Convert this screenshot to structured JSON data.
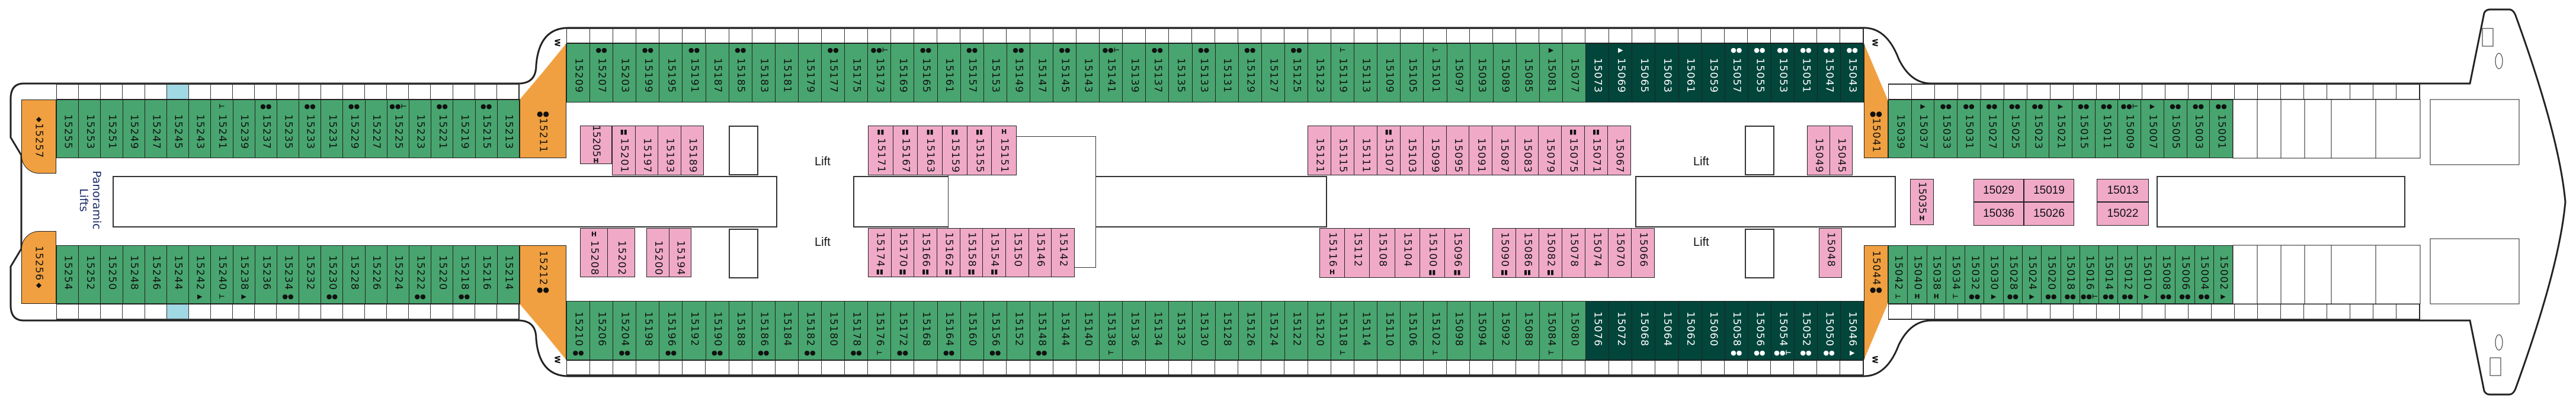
{
  "labels": {
    "lift": "Lift",
    "panoramic": "Panoramic",
    "lifts": "Lifts",
    "w": "W"
  },
  "colors": {
    "balcony": "#48a56f",
    "suite": "#02453b",
    "special": "#f0a040",
    "inside": "#f0aac8",
    "highlight": "#a0d8e4"
  },
  "orange": {
    "a": {
      "n": "15257",
      "s": "◆"
    },
    "b": {
      "n": "15211",
      "s": "●●"
    },
    "c": {
      "n": "15041",
      "s": "●●"
    },
    "d": {
      "n": "15256",
      "s": "◆"
    },
    "e": {
      "n": "15212",
      "s": "●●"
    },
    "f": {
      "n": "15044",
      "s": "●●"
    }
  },
  "rows": {
    "top_aft": [
      {
        "n": "15255"
      },
      {
        "n": "15253"
      },
      {
        "n": "15251"
      },
      {
        "n": "15249"
      },
      {
        "n": "15247"
      },
      {
        "n": "15245"
      },
      {
        "n": "15243"
      },
      {
        "n": "15241",
        "s": "⊢"
      },
      {
        "n": "15239"
      },
      {
        "n": "15237",
        "s": "●●"
      },
      {
        "n": "15235"
      },
      {
        "n": "15233",
        "s": "●●"
      },
      {
        "n": "15231"
      },
      {
        "n": "15229",
        "s": "●●"
      },
      {
        "n": "15227"
      },
      {
        "n": "15225",
        "s": "●●⊢"
      },
      {
        "n": "15223"
      },
      {
        "n": "15221",
        "s": "●●"
      },
      {
        "n": "15219"
      },
      {
        "n": "15215",
        "s": "●●"
      },
      {
        "n": "15213"
      }
    ],
    "top_mid": [
      {
        "n": "15209"
      },
      {
        "n": "15207",
        "s": "●●"
      },
      {
        "n": "15203"
      },
      {
        "n": "15199",
        "s": "●●"
      },
      {
        "n": "15195"
      },
      {
        "n": "15191",
        "s": "●●"
      },
      {
        "n": "15187"
      },
      {
        "n": "15185",
        "s": "●●"
      },
      {
        "n": "15183"
      },
      {
        "n": "15181"
      },
      {
        "n": "15179"
      },
      {
        "n": "15177",
        "s": "●●"
      },
      {
        "n": "15175"
      },
      {
        "n": "15173",
        "s": "●●⊢"
      },
      {
        "n": "15169"
      },
      {
        "n": "15165",
        "s": "●●"
      },
      {
        "n": "15161"
      },
      {
        "n": "15157",
        "s": "●●"
      },
      {
        "n": "15153"
      },
      {
        "n": "15149",
        "s": "●●"
      },
      {
        "n": "15147"
      },
      {
        "n": "15145",
        "s": "●●"
      },
      {
        "n": "15143"
      },
      {
        "n": "15141",
        "s": "●●⊢"
      },
      {
        "n": "15139"
      },
      {
        "n": "15137",
        "s": "●●"
      },
      {
        "n": "15135"
      },
      {
        "n": "15133",
        "s": "●●"
      },
      {
        "n": "15131"
      },
      {
        "n": "15129",
        "s": "●●"
      },
      {
        "n": "15127"
      },
      {
        "n": "15125",
        "s": "●●"
      },
      {
        "n": "15123"
      },
      {
        "n": "15119",
        "s": "⊢"
      },
      {
        "n": "15113"
      },
      {
        "n": "15109"
      },
      {
        "n": "15105"
      },
      {
        "n": "15101",
        "s": "⊢"
      },
      {
        "n": "15097"
      },
      {
        "n": "15093"
      },
      {
        "n": "15089"
      },
      {
        "n": "15085"
      },
      {
        "n": "15081",
        "s": "▶"
      },
      {
        "n": "15077"
      },
      {
        "n": "15073",
        "c": "dark"
      },
      {
        "n": "15069",
        "c": "dark",
        "s": "▶"
      },
      {
        "n": "15065",
        "c": "dark"
      },
      {
        "n": "15063",
        "c": "dark"
      },
      {
        "n": "15061",
        "c": "dark"
      },
      {
        "n": "15059",
        "c": "dark"
      },
      {
        "n": "15057",
        "c": "dark",
        "s": "●●"
      },
      {
        "n": "15055",
        "c": "dark",
        "s": "●●"
      },
      {
        "n": "15053",
        "c": "dark",
        "s": "●●"
      },
      {
        "n": "15051",
        "c": "dark",
        "s": "●●"
      },
      {
        "n": "15047",
        "c": "dark",
        "s": "●●"
      },
      {
        "n": "15043",
        "c": "dark",
        "s": "●●"
      }
    ],
    "top_fwd": [
      {
        "n": "15039"
      },
      {
        "n": "15037",
        "s": "▶"
      },
      {
        "n": "15033",
        "s": "●●"
      },
      {
        "n": "15031",
        "s": "●●"
      },
      {
        "n": "15027",
        "s": "●●"
      },
      {
        "n": "15025",
        "s": "●●"
      },
      {
        "n": "15023",
        "s": "●●"
      },
      {
        "n": "15021",
        "s": "▶"
      },
      {
        "n": "15015",
        "s": "●●"
      },
      {
        "n": "15011",
        "s": "●●"
      },
      {
        "n": "15009",
        "s": "●●⊢"
      },
      {
        "n": "15007",
        "s": "▶"
      },
      {
        "n": "15005",
        "s": "●●"
      },
      {
        "n": "15003",
        "s": "●●"
      },
      {
        "n": "15001",
        "s": "●●"
      }
    ],
    "bot_aft": [
      {
        "n": "15254"
      },
      {
        "n": "15252"
      },
      {
        "n": "15250"
      },
      {
        "n": "15248"
      },
      {
        "n": "15246"
      },
      {
        "n": "15244"
      },
      {
        "n": "15242",
        "s": "▶"
      },
      {
        "n": "15240",
        "s": "⊢"
      },
      {
        "n": "15238",
        "s": "▶"
      },
      {
        "n": "15236"
      },
      {
        "n": "15234",
        "s": "●●"
      },
      {
        "n": "15232"
      },
      {
        "n": "15230",
        "s": "●●"
      },
      {
        "n": "15228"
      },
      {
        "n": "15226"
      },
      {
        "n": "15224"
      },
      {
        "n": "15222",
        "s": "●●"
      },
      {
        "n": "15220"
      },
      {
        "n": "15218",
        "s": "●●"
      },
      {
        "n": "15216"
      },
      {
        "n": "15214"
      }
    ],
    "bot_mid": [
      {
        "n": "15210",
        "s": "●●"
      },
      {
        "n": "15206"
      },
      {
        "n": "15204",
        "s": "●●"
      },
      {
        "n": "15198"
      },
      {
        "n": "15196",
        "s": "●●"
      },
      {
        "n": "15192"
      },
      {
        "n": "15190",
        "s": "●●"
      },
      {
        "n": "15188"
      },
      {
        "n": "15186",
        "s": "●●"
      },
      {
        "n": "15184"
      },
      {
        "n": "15182",
        "s": "●●"
      },
      {
        "n": "15180"
      },
      {
        "n": "15178",
        "s": "●●"
      },
      {
        "n": "15176",
        "s": "⊢"
      },
      {
        "n": "15172",
        "s": "●●"
      },
      {
        "n": "15168"
      },
      {
        "n": "15164",
        "s": "●●"
      },
      {
        "n": "15160"
      },
      {
        "n": "15156",
        "s": "●●"
      },
      {
        "n": "15152"
      },
      {
        "n": "15148",
        "s": "●●"
      },
      {
        "n": "15144"
      },
      {
        "n": "15140"
      },
      {
        "n": "15138",
        "s": "⊢"
      },
      {
        "n": "15136"
      },
      {
        "n": "15134"
      },
      {
        "n": "15132"
      },
      {
        "n": "15130"
      },
      {
        "n": "15128"
      },
      {
        "n": "15126"
      },
      {
        "n": "15124"
      },
      {
        "n": "15122"
      },
      {
        "n": "15120"
      },
      {
        "n": "15118",
        "s": "⊢"
      },
      {
        "n": "15114"
      },
      {
        "n": "15110"
      },
      {
        "n": "15106"
      },
      {
        "n": "15102",
        "s": "⊢"
      },
      {
        "n": "15098"
      },
      {
        "n": "15094"
      },
      {
        "n": "15092"
      },
      {
        "n": "15088"
      },
      {
        "n": "15084",
        "s": "⊢"
      },
      {
        "n": "15080"
      },
      {
        "n": "15076",
        "c": "dark"
      },
      {
        "n": "15072",
        "c": "dark"
      },
      {
        "n": "15068",
        "c": "dark"
      },
      {
        "n": "15064",
        "c": "dark"
      },
      {
        "n": "15062",
        "c": "dark"
      },
      {
        "n": "15060",
        "c": "dark"
      },
      {
        "n": "15058",
        "c": "dark",
        "s": "●●"
      },
      {
        "n": "15056",
        "c": "dark",
        "s": "●●"
      },
      {
        "n": "15054",
        "c": "dark",
        "s": "●●⊢"
      },
      {
        "n": "15052",
        "c": "dark",
        "s": "●●"
      },
      {
        "n": "15050",
        "c": "dark",
        "s": "●●"
      },
      {
        "n": "15046",
        "c": "dark",
        "s": "▶"
      }
    ],
    "bot_fwd": [
      {
        "n": "15042",
        "s": "⊢"
      },
      {
        "n": "15040",
        "s": "H"
      },
      {
        "n": "15038",
        "s": "H"
      },
      {
        "n": "15034",
        "s": "⊢"
      },
      {
        "n": "15032",
        "s": "●●"
      },
      {
        "n": "15030",
        "s": "▶"
      },
      {
        "n": "15028",
        "s": "●●"
      },
      {
        "n": "15024",
        "s": "▶"
      },
      {
        "n": "15020",
        "s": "●●"
      },
      {
        "n": "15018",
        "s": "●●"
      },
      {
        "n": "15016",
        "s": "●●⊢"
      },
      {
        "n": "15014",
        "s": "●●"
      },
      {
        "n": "15012",
        "s": "●●"
      },
      {
        "n": "15010",
        "s": "▶"
      },
      {
        "n": "15008",
        "s": "●●"
      },
      {
        "n": "15006",
        "s": "●●"
      },
      {
        "n": "15004",
        "s": "●●"
      },
      {
        "n": "15002",
        "s": "▶"
      }
    ],
    "pink_t1": [
      {
        "n": "15201",
        "s": "▮▮"
      },
      {
        "n": "15197"
      },
      {
        "n": "15193"
      },
      {
        "n": "15189"
      }
    ],
    "pink_t2": [
      {
        "n": "15171",
        "s": "▮▮"
      },
      {
        "n": "15167",
        "s": "▮▮"
      },
      {
        "n": "15163",
        "s": "▮▮"
      },
      {
        "n": "15159",
        "s": "▮▮"
      },
      {
        "n": "15155",
        "s": "▮▮"
      },
      {
        "n": "15151",
        "s": "H"
      }
    ],
    "pink_t3": [
      {
        "n": "15121"
      },
      {
        "n": "15115"
      },
      {
        "n": "15111"
      },
      {
        "n": "15107",
        "s": "▮▮"
      },
      {
        "n": "15103"
      },
      {
        "n": "15099"
      },
      {
        "n": "15095"
      },
      {
        "n": "15091"
      },
      {
        "n": "15087"
      },
      {
        "n": "15083"
      },
      {
        "n": "15079"
      },
      {
        "n": "15075",
        "s": "▮▮"
      },
      {
        "n": "15071",
        "s": "▮▮"
      },
      {
        "n": "15067"
      }
    ],
    "pink_t4": [
      {
        "n": "15049"
      },
      {
        "n": "15045"
      }
    ],
    "pink_b1": [
      {
        "n": "15208",
        "s": "H"
      },
      {
        "n": "15202"
      }
    ],
    "pink_b1b": [
      {
        "n": "15200"
      },
      {
        "n": "15194"
      }
    ],
    "pink_b2": [
      {
        "n": "15174",
        "s": "▮▮"
      },
      {
        "n": "15170",
        "s": "▮▮"
      },
      {
        "n": "15166",
        "s": "▮▮"
      },
      {
        "n": "15162",
        "s": "▮▮"
      },
      {
        "n": "15158",
        "s": "▮▮"
      },
      {
        "n": "15154",
        "s": "▮▮"
      },
      {
        "n": "15150"
      },
      {
        "n": "15146"
      },
      {
        "n": "15142"
      }
    ],
    "pink_b3": [
      {
        "n": "15116",
        "s": "H"
      },
      {
        "n": "15112"
      },
      {
        "n": "15108"
      },
      {
        "n": "15104"
      },
      {
        "n": "15100",
        "s": "▮▮"
      },
      {
        "n": "15096",
        "s": "▮▮"
      }
    ],
    "pink_b4": [
      {
        "n": "15090",
        "s": "▮▮"
      },
      {
        "n": "15086",
        "s": "▮▮"
      },
      {
        "n": "15082",
        "s": "▮▮"
      },
      {
        "n": "15078"
      },
      {
        "n": "15074"
      },
      {
        "n": "15070"
      },
      {
        "n": "15066"
      }
    ],
    "pink_b5": [
      {
        "n": "15048"
      }
    ]
  },
  "single": {
    "c15205": {
      "n": "15205",
      "s": "H"
    },
    "c15035": {
      "n": "15035",
      "s": "H"
    },
    "c15029": "15029",
    "c15019": "15019",
    "c15013": "15013",
    "c15036": "15036",
    "c15026": "15026",
    "c15022": "15022"
  }
}
